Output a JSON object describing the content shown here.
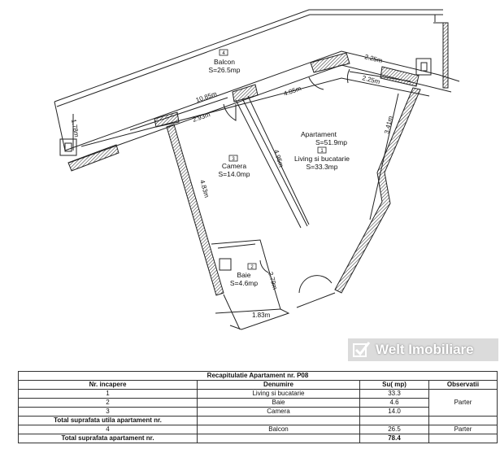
{
  "plan": {
    "rooms": [
      {
        "number": "4",
        "name": "Balcon",
        "area": "S=26.5mp"
      },
      {
        "number": "3",
        "name": "Camera",
        "area": "S=14.0mp"
      },
      {
        "number": "2",
        "name": "Baie",
        "area": "S=4.6mp"
      },
      {
        "number": "1",
        "name": "Living si bucatarie",
        "area": "S=33.3mp"
      }
    ],
    "apartment_label": "Apartament",
    "apartment_area": "S=51.9mp",
    "dimensions": [
      "10.85m",
      "4.05m",
      "2.25m",
      "2.25m",
      "1.78m",
      "2.93m",
      "4.95m",
      "3.41m",
      "4.83m",
      "2.79m",
      "1.83m"
    ]
  },
  "table": {
    "title": "Recapitulatie Apartament nr. P08",
    "headers": [
      "Nr. incapere",
      "Denumire",
      "Su( mp)",
      "Observatii"
    ],
    "rows": [
      {
        "nr": "1",
        "name": "Living si bucatarie",
        "su": "33.3"
      },
      {
        "nr": "2",
        "name": "Baie",
        "su": "4.6"
      },
      {
        "nr": "3",
        "name": "Camera",
        "su": "14.0"
      }
    ],
    "obs_group1": "Parter",
    "total_util_label": "Total suprafata utila apartament nr.",
    "balcon_row": {
      "nr": "4",
      "name": "Balcon",
      "su": "26.5",
      "obs": "Parter"
    },
    "total_label": "Total suprafata apartament nr.",
    "total_value": "78.4"
  },
  "watermark": "Welt Imobiliare"
}
